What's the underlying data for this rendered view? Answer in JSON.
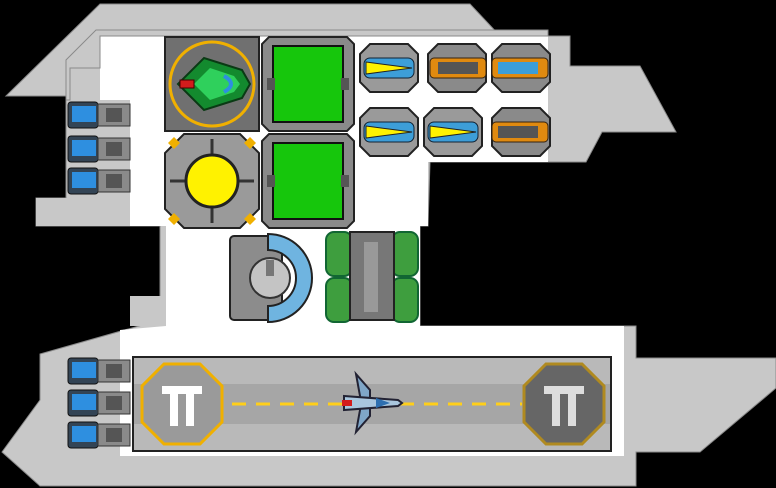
{
  "palette": {
    "background": "#000000",
    "hull": "#c8c8c8",
    "hull_edge": "#8a8a8a",
    "floor": "#ffffff",
    "dark_metal": "#6e6e6e",
    "green": "#16c60c",
    "yellow": "#fff200",
    "gold": "#f0b000",
    "orange": "#e08a10",
    "blue": "#3d9ed8",
    "deck": "#b9b9b9",
    "runway_line": "#ffcf1a"
  },
  "ship": {
    "modules": [
      {
        "icon": "green-fighter-bay-icon"
      },
      {
        "icon": "green-cargo-panel-icon"
      },
      {
        "icon": "green-cargo-panel-icon"
      },
      {
        "icon": "reactor-core-icon"
      },
      {
        "icon": "engine-generator-icon"
      },
      {
        "icon": "green-fuel-tank-icon"
      }
    ],
    "weapons": [
      {
        "icon": "blue-yellow-missile-launcher-icon"
      },
      {
        "icon": "orange-autocannon-icon"
      },
      {
        "icon": "orange-autocannon-icon"
      },
      {
        "icon": "blue-yellow-missile-launcher-icon"
      },
      {
        "icon": "blue-yellow-missile-launcher-icon"
      },
      {
        "icon": "orange-autocannon-icon"
      }
    ],
    "thrusters": 6,
    "hangar": {
      "pads": [
        {
          "state": "active",
          "icon": "launch-pad-icon"
        },
        {
          "state": "inactive",
          "icon": "launch-pad-icon"
        }
      ],
      "fighter_icon": "blue-fighter-icon"
    }
  }
}
